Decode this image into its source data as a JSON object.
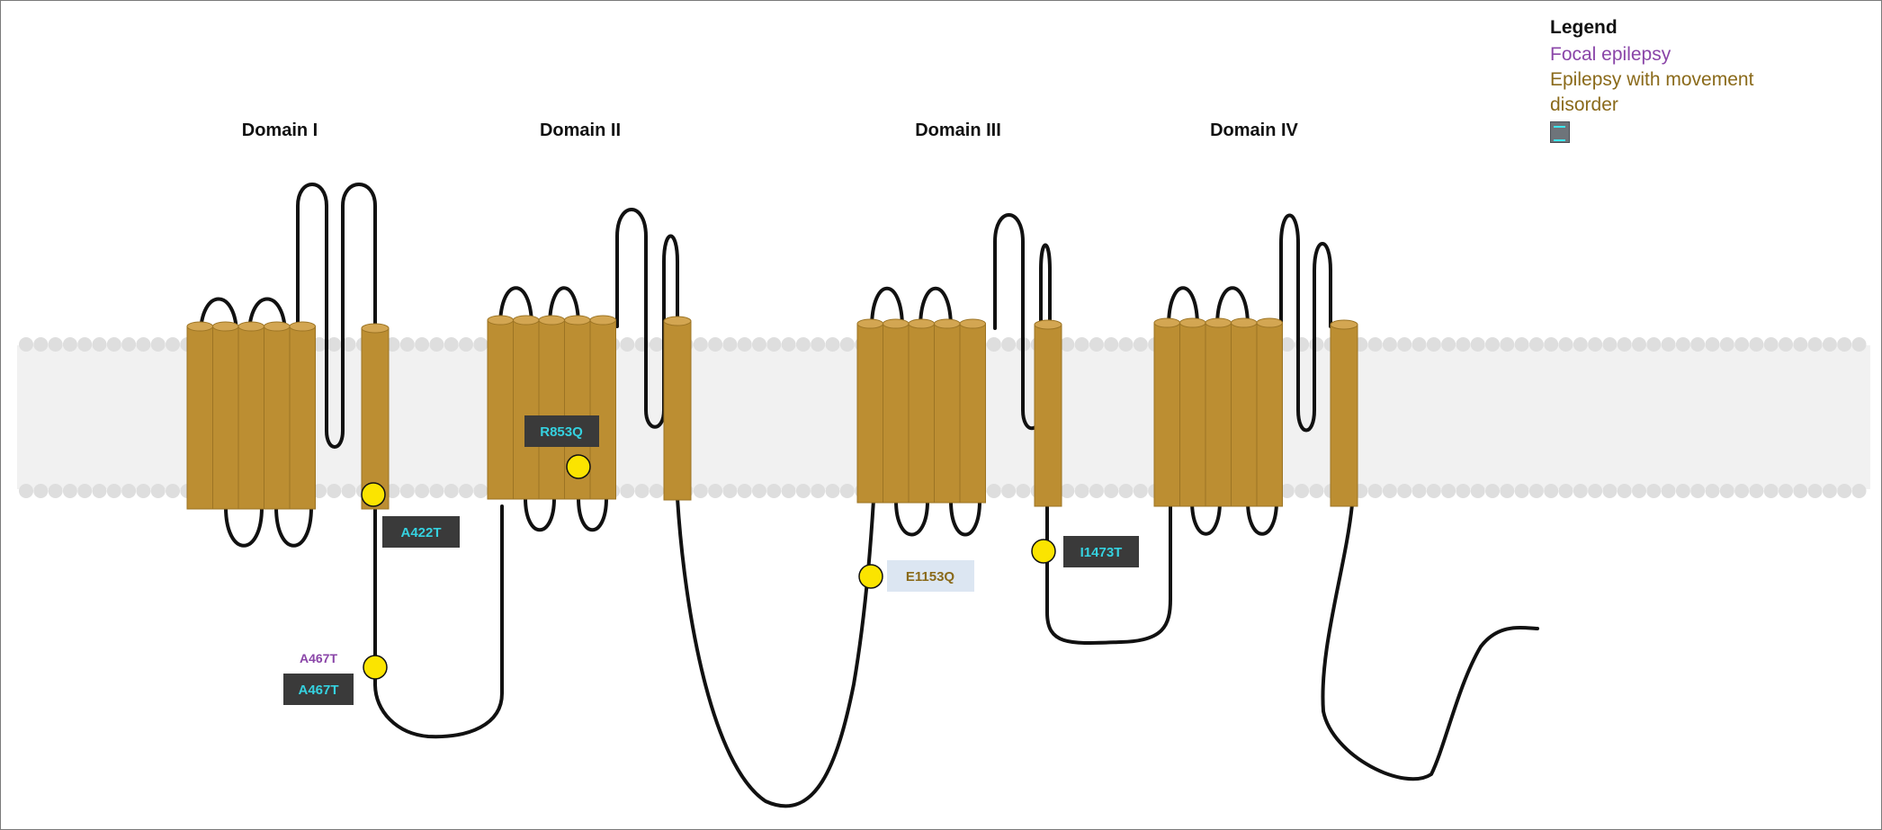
{
  "domains": [
    {
      "title": "Domain I"
    },
    {
      "title": "Domain II"
    },
    {
      "title": "Domain III"
    },
    {
      "title": "Domain IV"
    }
  ],
  "legend": {
    "title": "Legend",
    "items": [
      {
        "label": "Focal epilepsy",
        "color": "#8a45a8"
      },
      {
        "label": "Epilepsy with movement disorder",
        "color": "#8a6a1a"
      },
      {
        "label": "",
        "swatch": "cyan-on-gray"
      }
    ]
  },
  "variants": [
    {
      "id": "A422T",
      "style": "dark"
    },
    {
      "id": "A467T",
      "style": "purple-text"
    },
    {
      "id": "A467T",
      "style": "dark"
    },
    {
      "id": "R853Q",
      "style": "dark"
    },
    {
      "id": "E1153Q",
      "style": "light"
    },
    {
      "id": "I1473T",
      "style": "dark"
    }
  ],
  "colors": {
    "helix": "#bc8e32",
    "helix_edge": "#9c7424",
    "helix_top": "#d3a652",
    "membrane": "#f1f1f1",
    "lipid_head": "#dedede",
    "mutation_dot": "#fbe400",
    "dark_badge": "#3a3a3a",
    "dark_badge_text": "#35d2e0",
    "light_badge": "#dce6f2",
    "light_badge_text": "#8a6a1a",
    "purple_text": "#8a45a8",
    "backbone": "#111111"
  }
}
